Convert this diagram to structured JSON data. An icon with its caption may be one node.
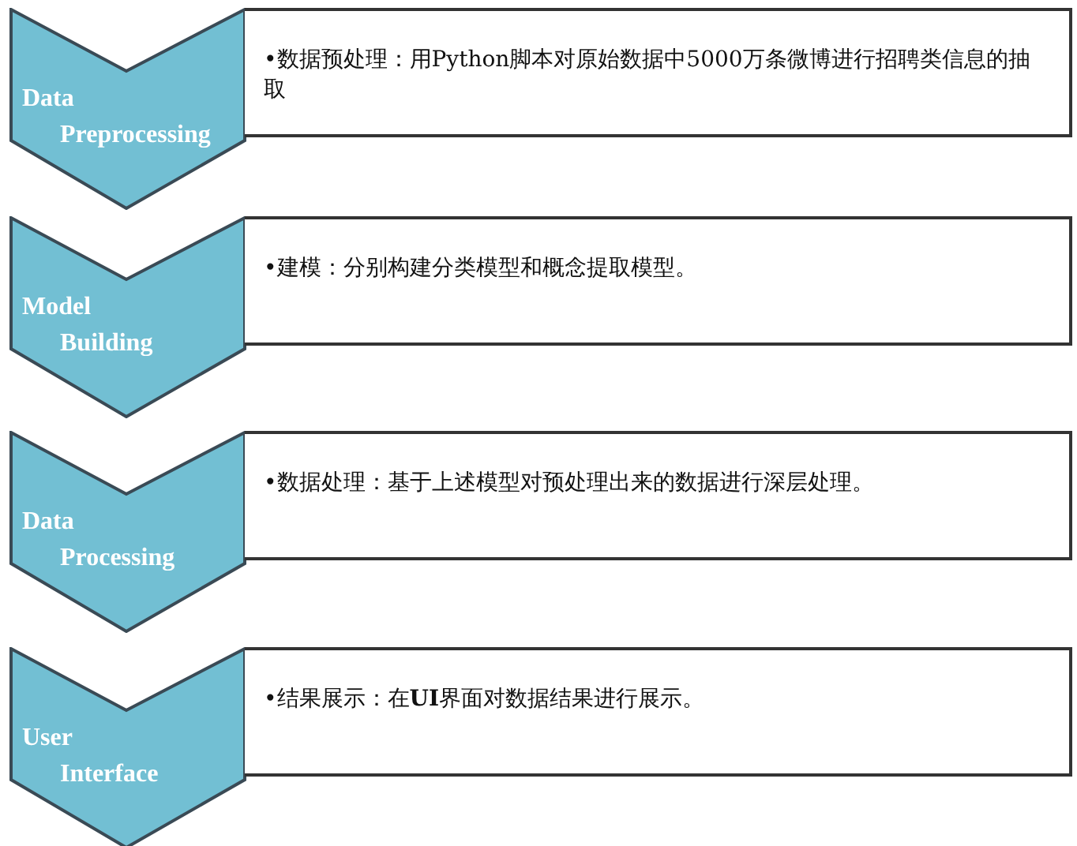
{
  "diagram": {
    "nodes": [
      {
        "text": [
          "Data Preprocessing"
        ]
      },
      {
        "text": [
          "•数据预处理：用Python脚本对原始数据中5000万条微博进行招聘类信息的抽取"
        ]
      },
      {
        "text": [
          "Model Building"
        ]
      },
      {
        "text": [
          "•建模：分别构建分类模型和概念提取模型。"
        ]
      },
      {
        "text": [
          "Data Processing"
        ]
      },
      {
        "text": [
          "•数据处理：基于上述模型对预处理出来的数据进行深层处理。"
        ]
      },
      {
        "text": [
          "User Interface"
        ]
      },
      {
        "text": [
          "•结果展示：在**UI**界面对数据结果进行展示。"
        ]
      }
    ]
  }
}
